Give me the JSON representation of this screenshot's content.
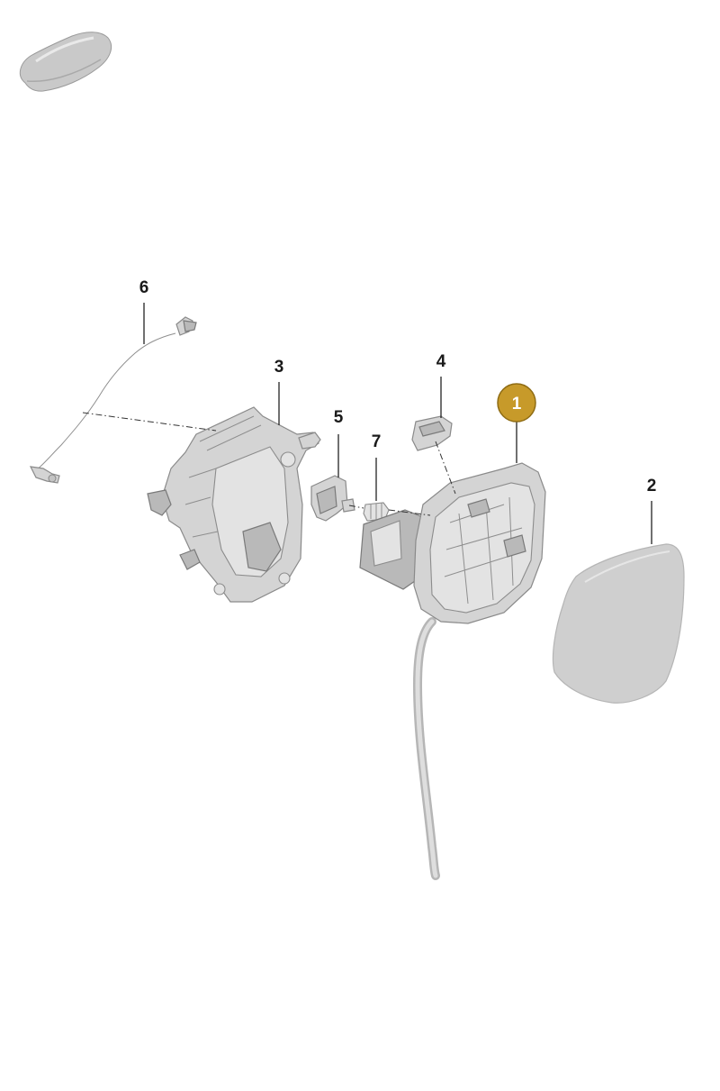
{
  "accent_color": "#c79a2a",
  "callouts": [
    {
      "id": "1",
      "label": "1",
      "highlighted": true
    },
    {
      "id": "2",
      "label": "2",
      "highlighted": false
    },
    {
      "id": "3",
      "label": "3",
      "highlighted": false
    },
    {
      "id": "4",
      "label": "4",
      "highlighted": false
    },
    {
      "id": "5",
      "label": "5",
      "highlighted": false
    },
    {
      "id": "6",
      "label": "6",
      "highlighted": false
    },
    {
      "id": "7",
      "label": "7",
      "highlighted": false
    }
  ],
  "icons": {
    "vehicle_thumbnail": "car-silhouette-icon"
  }
}
